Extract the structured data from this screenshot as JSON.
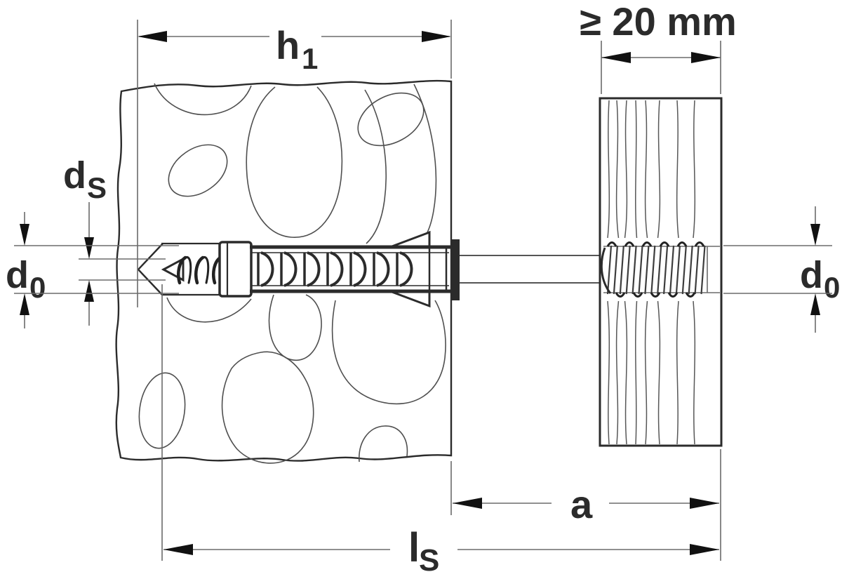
{
  "diagram_title": "wall-plug-with-screw-installation-cross-section",
  "labels": {
    "h1": {
      "main": "h",
      "sub": "1"
    },
    "min_board_thickness": "≥ 20 mm",
    "ds": {
      "main": "d",
      "sub": "S"
    },
    "d0_left": {
      "main": "d",
      "sub": "0"
    },
    "d0_right": {
      "main": "d",
      "sub": "0"
    },
    "a": "a",
    "ls": {
      "main": "l",
      "sub": "S"
    }
  },
  "colors": {
    "ink": "#2b2b2b",
    "dim_line": "#6b6b6b",
    "arrow": "#111111",
    "pore": "#4f4f4f",
    "grain": "#575757",
    "background": "#ffffff"
  }
}
